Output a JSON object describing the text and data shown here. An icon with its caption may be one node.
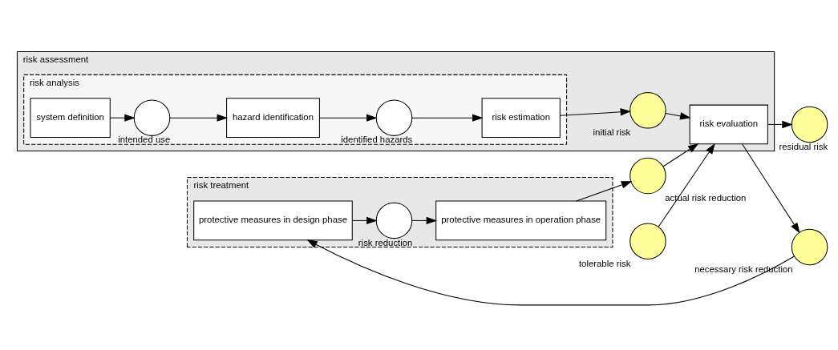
{
  "diagram": {
    "nodes": [
      {
        "text": [
          "risk assessment"
        ]
      },
      {
        "text": [
          "risk analysis"
        ],
        "in": 0
      },
      {
        "text": [
          "system definition"
        ],
        "in": 1
      },
      {
        "text": [],
        "shape": "circle",
        "beside": [
          "intended use"
        ],
        "in": 1
      },
      {
        "text": [
          "hazard identification"
        ],
        "in": 1
      },
      {
        "text": [],
        "shape": "circle",
        "beside": [
          "identified hazards"
        ],
        "in": 1
      },
      {
        "text": [
          "risk estimation"
        ],
        "in": 1
      },
      {
        "text": [],
        "shape": "circle",
        "beside": [
          "initial risk"
        ],
        "in": 0
      },
      {
        "text": [
          "risk evaluation"
        ],
        "in": 0
      },
      {
        "text": [],
        "shape": "circle",
        "beside": [
          "tolerable risk"
        ]
      },
      {
        "text": [],
        "shape": "circle",
        "beside": [
          "residual risk"
        ]
      },
      {
        "text": [],
        "shape": "circle",
        "beside": [
          "actual risk reduction"
        ]
      },
      {
        "text": [],
        "shape": "circle",
        "beside": [
          "necessary risk reduction"
        ]
      },
      {
        "text": [
          "risk treatment"
        ]
      },
      {
        "text": [
          "protective measures in operation phase"
        ],
        "in": 13
      },
      {
        "text": [],
        "shape": "circle",
        "beside": [
          "risk reduction"
        ],
        "in": 13
      },
      {
        "text": [
          "protective measures in design phase"
        ],
        "in": 13
      }
    ],
    "edges": [
      {
        "from": 2,
        "to": 3,
        "arrow": "to"
      },
      {
        "from": 3,
        "to": 4,
        "arrow": "to"
      },
      {
        "from": 4,
        "to": 5,
        "arrow": "to"
      },
      {
        "from": 5,
        "to": 6,
        "arrow": "to"
      },
      {
        "from": 6,
        "to": 7,
        "arrow": "to"
      },
      {
        "from": 7,
        "to": 8,
        "arrow": "to"
      },
      {
        "from": 9,
        "to": 8,
        "arrow": "to"
      },
      {
        "from": 8,
        "to": 10,
        "arrow": "to"
      },
      {
        "from": 8,
        "to": 12,
        "arrow": "to"
      },
      {
        "from": 12,
        "to": 16,
        "arrow": "to"
      },
      {
        "from": 16,
        "to": 15,
        "arrow": "to"
      },
      {
        "from": 15,
        "to": 14,
        "arrow": "to"
      },
      {
        "from": 14,
        "to": 11,
        "arrow": "to"
      },
      {
        "from": 11,
        "to": 8,
        "arrow": "to"
      }
    ]
  }
}
